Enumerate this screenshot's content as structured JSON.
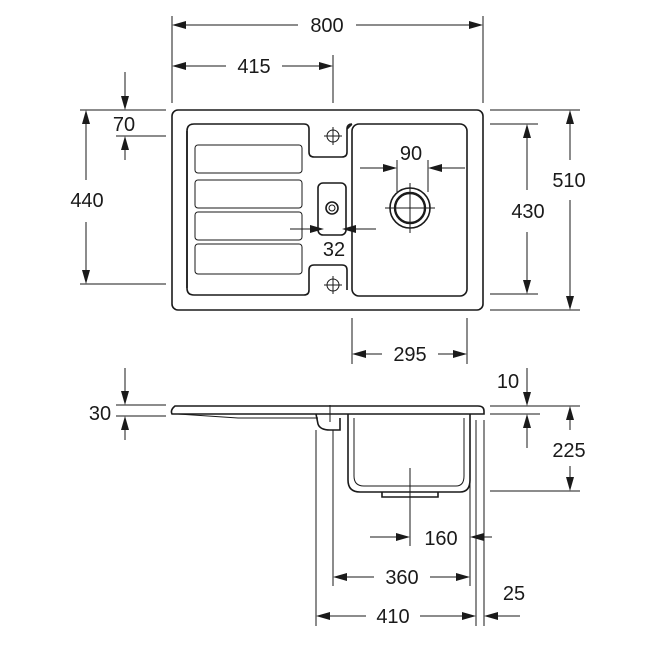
{
  "dimensions": {
    "overall_width": "800",
    "drainer_width": "415",
    "top_offset": "70",
    "drainer_depth": "440",
    "bowl_outer_depth": "430",
    "overall_depth": "510",
    "waste_diameter": "90",
    "overflow_width": "32",
    "bowl_width": "295",
    "rim_thickness_left": "30",
    "rim_thickness_right": "10",
    "bowl_depth": "225",
    "waste_offset": "160",
    "bowl_outer_width": "360",
    "cabinet_width": "410",
    "back_offset": "25"
  }
}
